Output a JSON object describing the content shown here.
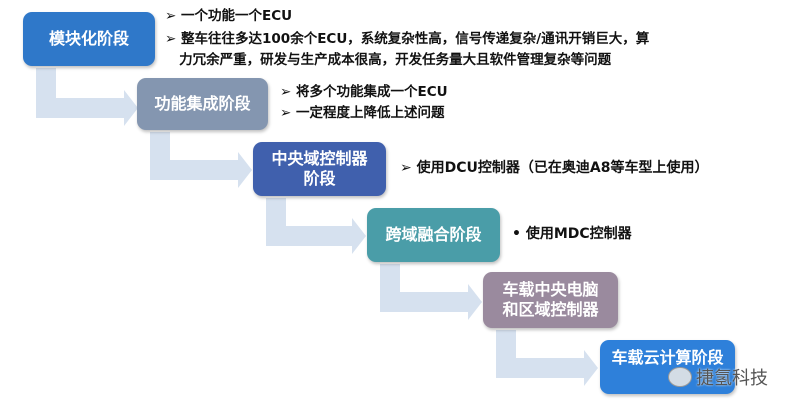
{
  "stages": [
    {
      "label": "模块化阶段",
      "color": "#2f78c9",
      "notes": [
        "➢ 一个功能一个ECU",
        "➢ 整车往往多达100余个ECU，系统复杂性高，信号传递复杂/通讯开销巨大，算",
        "   力冗余严重，研发与生产成本很高，开发任务量大且软件管理复杂等问题"
      ]
    },
    {
      "label": "功能集成阶段",
      "color": "#8496b0",
      "notes": [
        "➢ 将多个功能集成一个ECU",
        "➢ 一定程度上降低上述问题"
      ]
    },
    {
      "label": "中央域控制器\n阶段",
      "color": "#4060ad",
      "notes": [
        "➢ 使用DCU控制器（已在奥迪A8等车型上使用）"
      ]
    },
    {
      "label": "跨域融合阶段",
      "color": "#4a9da8",
      "notes": [
        "• 使用MDC控制器"
      ]
    },
    {
      "label": "车载中央电脑\n和区域控制器",
      "color": "#9a8a9e",
      "notes": []
    },
    {
      "label": "车载云计算阶段",
      "color": "#2e80da",
      "notes": []
    }
  ],
  "watermark": "捷氢科技",
  "arrow_color": "#d5e0ef"
}
